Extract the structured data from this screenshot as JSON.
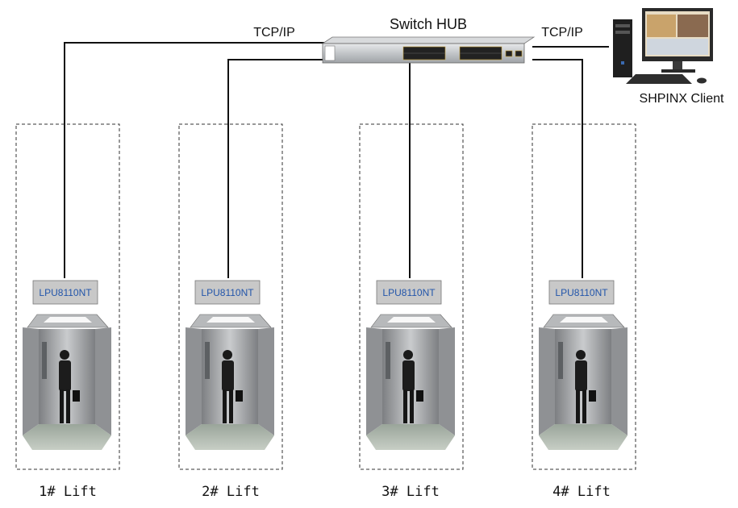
{
  "hub": {
    "label": "Switch HUB"
  },
  "links": {
    "left_label": "TCP/IP",
    "right_label": "TCP/IP"
  },
  "client": {
    "label": "SHPINX Client"
  },
  "lifts": [
    {
      "device": "LPU8110NT",
      "label": "1# Lift"
    },
    {
      "device": "LPU8110NT",
      "label": "2# Lift"
    },
    {
      "device": "LPU8110NT",
      "label": "3# Lift"
    },
    {
      "device": "LPU8110NT",
      "label": "4# Lift"
    }
  ],
  "colors": {
    "line": "#111111",
    "device_bg": "#c8c8c8",
    "device_text": "#2255aa",
    "steel": "#a9abad"
  }
}
